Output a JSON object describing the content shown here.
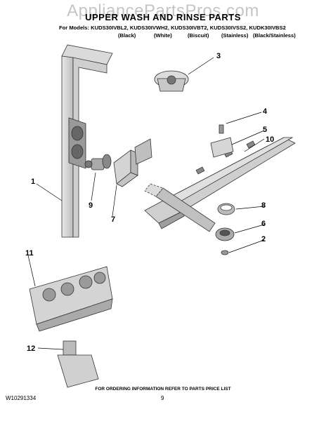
{
  "watermark": "AppliancePartsPros.com",
  "title": "UPPER WASH AND RINSE PARTS",
  "models_line": "For Models: KUDS30IVBL2, KUDS30IVWH2, KUDS30IVBT2, KUDS30IVSS2, KUDK30IVBS2",
  "colors": [
    "(Black)",
    "(White)",
    "(Biscuit)",
    "(Stainless)",
    "(Black/Stainless)"
  ],
  "callouts": {
    "c1": "1",
    "c2": "2",
    "c3": "3",
    "c4": "4",
    "c5": "5",
    "c6": "6",
    "c7": "7",
    "c8": "8",
    "c9": "9",
    "c10": "10",
    "c11": "11",
    "c12": "12"
  },
  "footer": {
    "note": "FOR ORDERING INFORMATION REFER TO PARTS PRICE LIST",
    "doc_number": "W10291334",
    "page": "9"
  }
}
